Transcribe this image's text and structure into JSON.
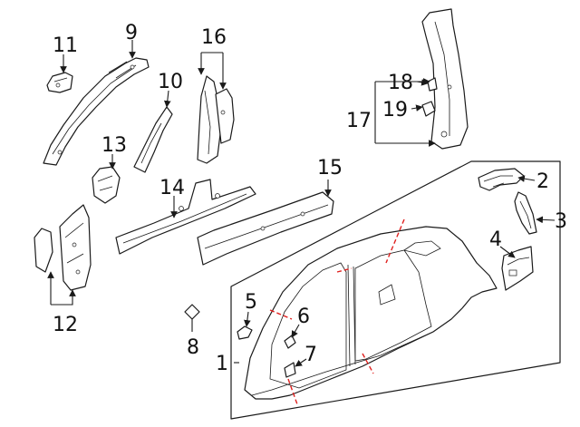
{
  "diagram": {
    "callouts": [
      "1",
      "2",
      "3",
      "4",
      "5",
      "6",
      "7",
      "8",
      "9",
      "10",
      "11",
      "12",
      "13",
      "14",
      "15",
      "16",
      "17",
      "18",
      "19"
    ],
    "colors": {
      "ink": "#1a1a1a",
      "cut_line": "#e0201e",
      "background": "#ffffff"
    }
  }
}
